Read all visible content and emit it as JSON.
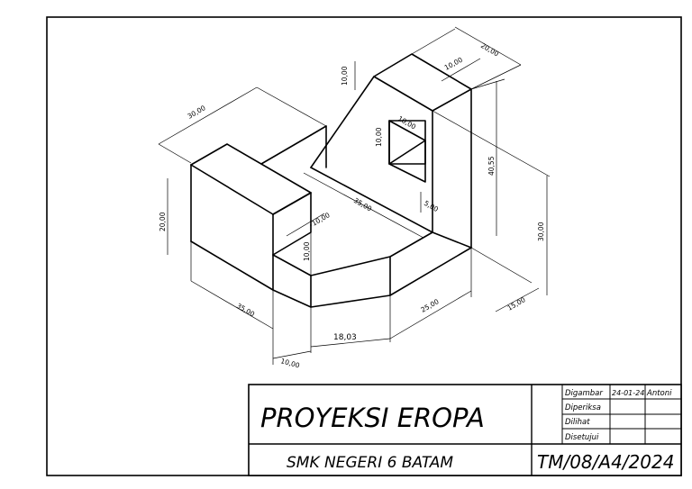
{
  "drawing": {
    "dimensions": {
      "d_top_20": "20,00",
      "d_top_10": "10,00",
      "d_left_10": "10,00",
      "d_30_top": "30,00",
      "d_hole_10a": "10,00",
      "d_hole_10b": "10,00",
      "d_h_4055": "40,55",
      "d_h_30": "30,00",
      "d_h_20": "20,00",
      "d_35_mid": "35,00",
      "d_5": "5,00",
      "d_step_10a": "10,00",
      "d_step_10b": "10,00",
      "d_35_bottom": "35,00",
      "d_1803": "18,03",
      "d_25": "25,00",
      "d_15": "15,00",
      "d_10_bottom": "10,00"
    }
  },
  "title_block": {
    "title": "PROYEKSI EROPA",
    "school": "SMK NEGERI 6 BATAM",
    "code": "TM/08/A4/2024",
    "rows": [
      {
        "label": "Digambar",
        "date": "24-01-24",
        "name": "Antoni"
      },
      {
        "label": "Diperiksa",
        "date": "",
        "name": ""
      },
      {
        "label": "Dilihat",
        "date": "",
        "name": ""
      },
      {
        "label": "Disetujui",
        "date": "",
        "name": ""
      }
    ]
  }
}
